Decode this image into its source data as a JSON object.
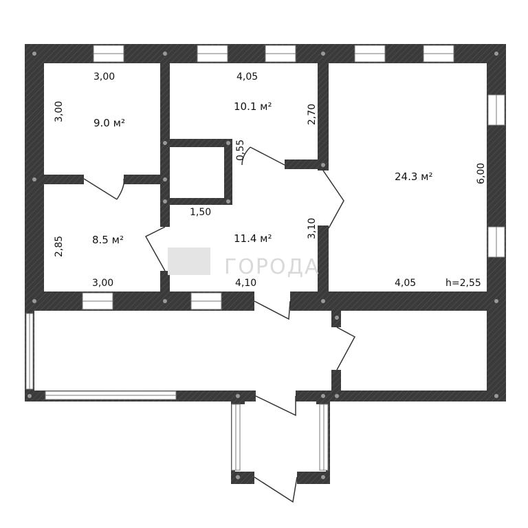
{
  "plan": {
    "wall_color": "#3a3a3a",
    "rooms": [
      {
        "id": "room-a",
        "area": "9.0 м²",
        "width": "3,00",
        "depth": "3,00"
      },
      {
        "id": "room-b",
        "area": "10.1 м²",
        "width": "4,05",
        "depth": "2,70"
      },
      {
        "id": "room-c",
        "area": "24.3 м²",
        "width": "4,05",
        "depth": "6,00"
      },
      {
        "id": "room-d",
        "area": "8.5 м²",
        "width": "3,00",
        "depth": "2,85"
      },
      {
        "id": "room-e",
        "area": "11.4 м²",
        "width": "4,10",
        "depth": "3,10"
      }
    ],
    "closet": {
      "width": "1,50",
      "depth": "0,55"
    },
    "ceiling_height": "h=2,55",
    "watermark": "ГОРОДА"
  }
}
